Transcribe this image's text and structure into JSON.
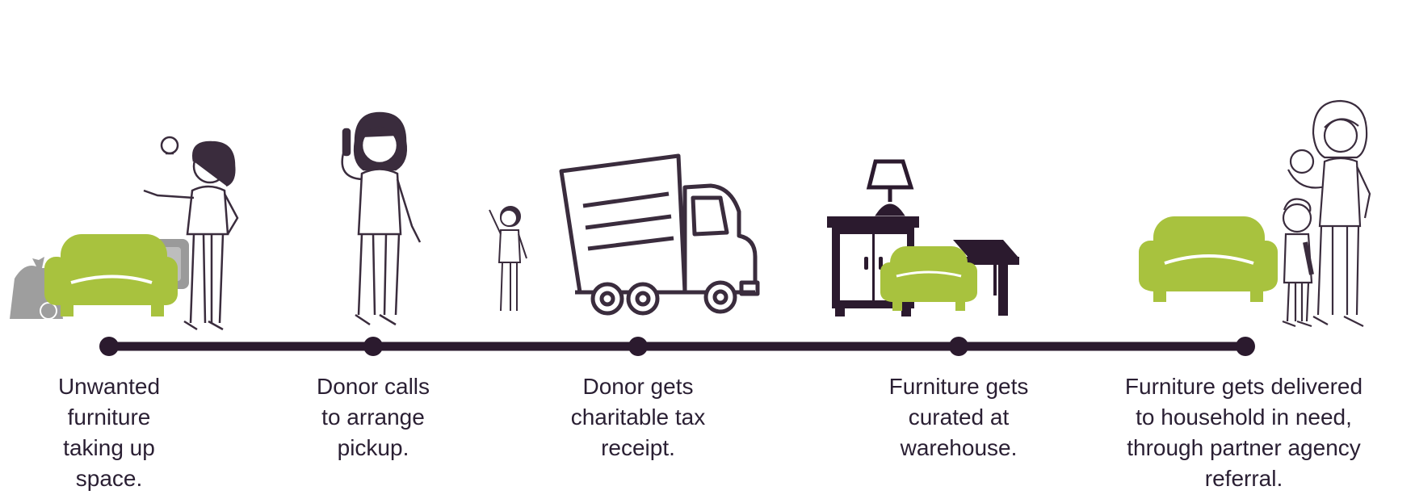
{
  "colors": {
    "timeline": "#2b1a2e",
    "accent_green": "#a8c23e",
    "line_art": "#3a2c3d",
    "text": "#2a1f33"
  },
  "steps": [
    {
      "icon": "sofa-with-woman-icon",
      "lines": [
        "Unwanted",
        "furniture",
        "taking up",
        "space."
      ]
    },
    {
      "icon": "woman-on-phone-icon",
      "lines": [
        "Donor calls",
        "to arrange",
        "pickup."
      ]
    },
    {
      "icon": "truck-icon",
      "lines": [
        "Donor gets",
        "charitable tax",
        "receipt."
      ]
    },
    {
      "icon": "furniture-warehouse-icon",
      "lines": [
        "Furniture gets",
        "curated at",
        "warehouse."
      ]
    },
    {
      "icon": "family-with-sofa-icon",
      "lines": [
        "Furniture gets delivered",
        "to household in need,",
        "through partner agency",
        "referral."
      ]
    }
  ]
}
